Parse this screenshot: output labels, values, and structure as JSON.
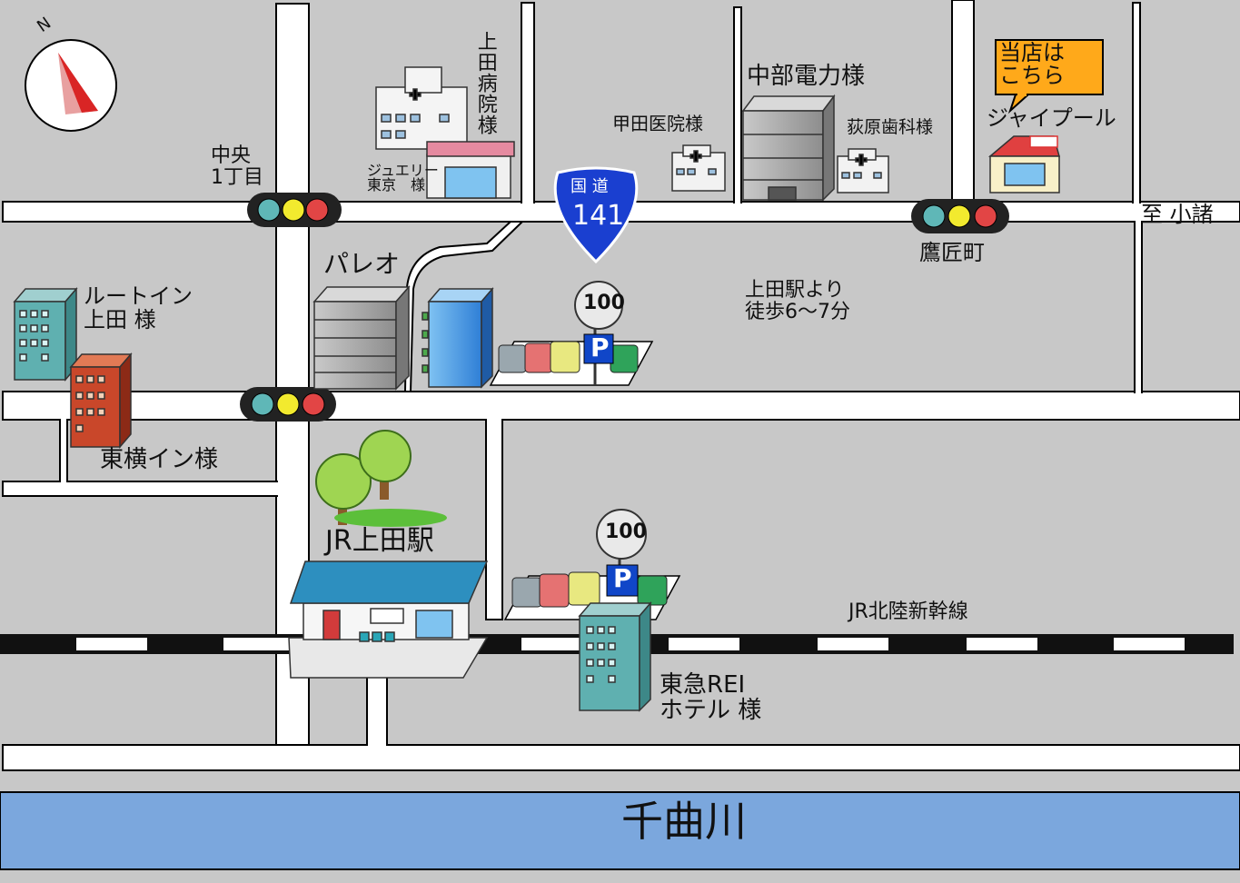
{
  "map": {
    "north_label": "N",
    "labels": {
      "chuo": "中央\n1丁目",
      "ueda_hospital": "上田病院様",
      "jewelry": "ジュエリー\n東京　様",
      "kouda_clinic": "甲田医院様",
      "chubu": "中部電力様",
      "ogiwara": "荻原歯科様",
      "shop_here": "当店は\nこちら",
      "jaipool": "ジャイプール",
      "to_komoro": "至 小諸",
      "takasho": "鷹匠町",
      "route_kanji": "国 道",
      "route_no": "141",
      "pareo": "パレオ",
      "walk": "上田駅より\n徒歩6～7分",
      "routein": "ルートイン\n上田 様",
      "toyoko": "東横イン様",
      "station": "JR上田駅",
      "shinkansen": "JR北陸新幹線",
      "tokyu": "東急REI\nホテル 様",
      "river": "千曲川",
      "parking_price_1": "100",
      "parking_price_2": "100",
      "parking_p_1": "P",
      "parking_p_2": "P"
    },
    "colors": {
      "road": "#ffffff",
      "block": "#c8c8c8",
      "river": "#7ba7dd",
      "accent_label": "#ffa91a",
      "route_shield": "#1a3fd0",
      "parking_sign": "#1046c8"
    }
  }
}
